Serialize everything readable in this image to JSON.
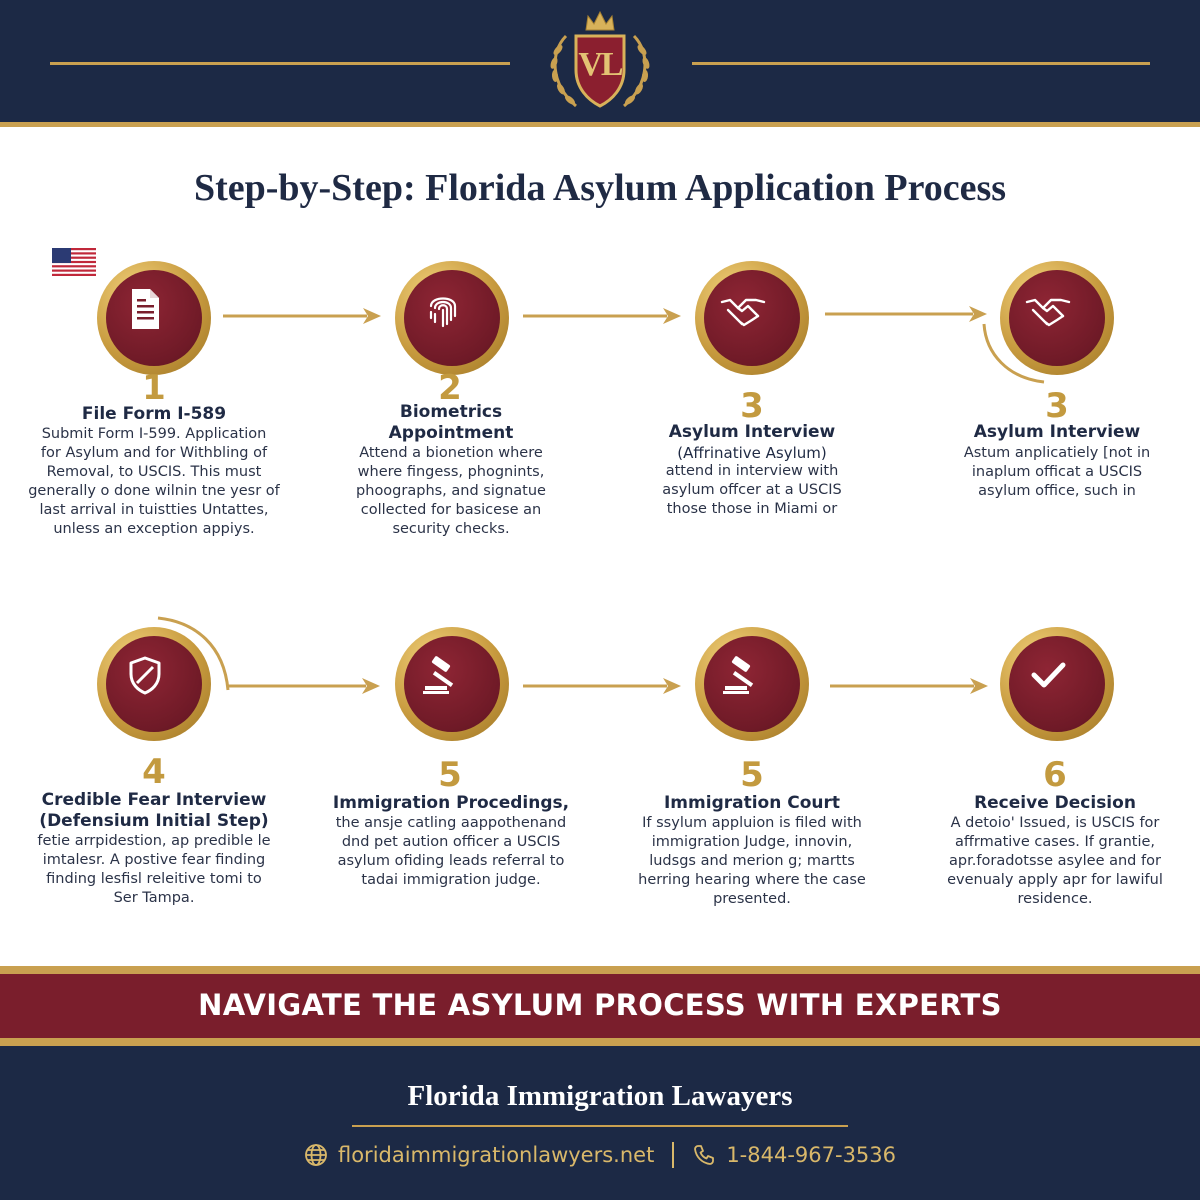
{
  "header": {
    "logo_monogram": "VL"
  },
  "title": "Step-by-Step: Florida Asylum Application Process",
  "steps": [
    {
      "number": "1",
      "title_lines": [
        "File Form I-589"
      ],
      "desc_lines": [
        "Submit Form I-599. Application",
        "for Asylum and for Withbling of",
        "Removal, to USCIS. This must",
        "generally o done wilnin tne yesr of",
        "last arrival in tuistties Untattes,",
        "unless an exception appiys."
      ],
      "icon": "document-icon"
    },
    {
      "number": "2",
      "title_lines": [
        "Biometrics",
        "Appointment"
      ],
      "desc_lines": [
        "Attend a bionetion where",
        "where fingess, phognints,",
        "phoographs, and signatue",
        "collected for basicese an",
        "security checks."
      ],
      "icon": "fingerprint-icon"
    },
    {
      "number": "3",
      "title_lines": [
        "Asylum Interview",
        "(Affrinative Asylum)"
      ],
      "desc_lines": [
        "attend in interview with",
        "asylum offcer at a USCIS",
        "those those in Miami or"
      ],
      "icon": "handshake-icon"
    },
    {
      "number": "3",
      "title_lines": [
        "Asylum Interview"
      ],
      "desc_lines": [
        "Astum anplicatiely [not in",
        "inaplum officat a USCIS",
        "asylum office, such in"
      ],
      "icon": "handshake-icon"
    },
    {
      "number": "4",
      "title_lines": [
        "Credible Fear Interview",
        "(Defensium Initial Step)"
      ],
      "desc_lines": [
        "fetie arrpidestion, ap predible le",
        "imtalesr. A postive fear finding",
        "finding lesfisl releitive tomi to",
        "Ser Tampa."
      ],
      "icon": "shield-icon"
    },
    {
      "number": "5",
      "title_lines": [
        "Immigration Procedings,"
      ],
      "desc_lines": [
        "the ansje catling aappothenand",
        "dnd pet aution officer  a USCIS",
        "asylum ofiding leads referral to",
        "tadai immigration judge."
      ],
      "icon": "gavel-icon"
    },
    {
      "number": "5",
      "title_lines": [
        "Immigration Court"
      ],
      "desc_lines": [
        "If ssylum appluion is filed with",
        "immigration Judge, innovin,",
        "ludsgs and merion g; martts",
        "herring hearing where the case",
        "presented."
      ],
      "icon": "gavel-icon"
    },
    {
      "number": "6",
      "title_lines": [
        "Receive Decision"
      ],
      "desc_lines": [
        "A detoio' Issued, is USCIS for",
        "affrmative cases. If grantie,",
        "apr.foradotsse asylee and for",
        "evenualy apply apr for lawiful",
        "residence."
      ],
      "icon": "checkmark-icon"
    }
  ],
  "banner": "NAVIGATE THE ASYLUM PROCESS WITH EXPERTS",
  "footer": {
    "firm_name": "Florida Immigration Lawayers",
    "website": "floridaimmigrationlawyers.net",
    "phone": "1-844-967-3536"
  },
  "colors": {
    "navy": "#1c2945",
    "gold": "#c9a050",
    "maroon": "#7a1e2c"
  }
}
